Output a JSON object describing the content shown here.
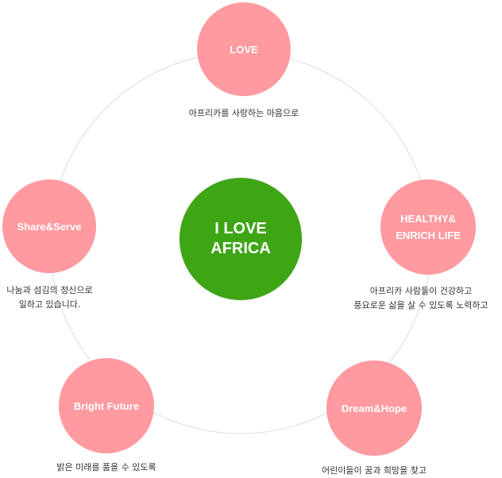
{
  "center": {
    "label": "I LOVE\nAFRICA"
  },
  "nodes": [
    {
      "label": "LOVE",
      "caption": "아프리카를 사랑하는 마음으로"
    },
    {
      "label": "HEALTHY&\nENRICH LIFE",
      "caption": "아프리카 사람들이 건강하고\n풍요로운 삶을 살 수 있도록 노력하고"
    },
    {
      "label": "Dream&Hope",
      "caption": "어린이들이 꿈과 희망을 찾고"
    },
    {
      "label": "Bright Future",
      "caption": "밝은 미래를 품을 수 있도록"
    },
    {
      "label": "Share&Serve",
      "caption": "나눔과 섬김의 정신으로\n일하고 있습니다."
    }
  ],
  "colors": {
    "node": "#ff9aa0",
    "center": "#3ea515",
    "ring": "#dcdcdc"
  }
}
